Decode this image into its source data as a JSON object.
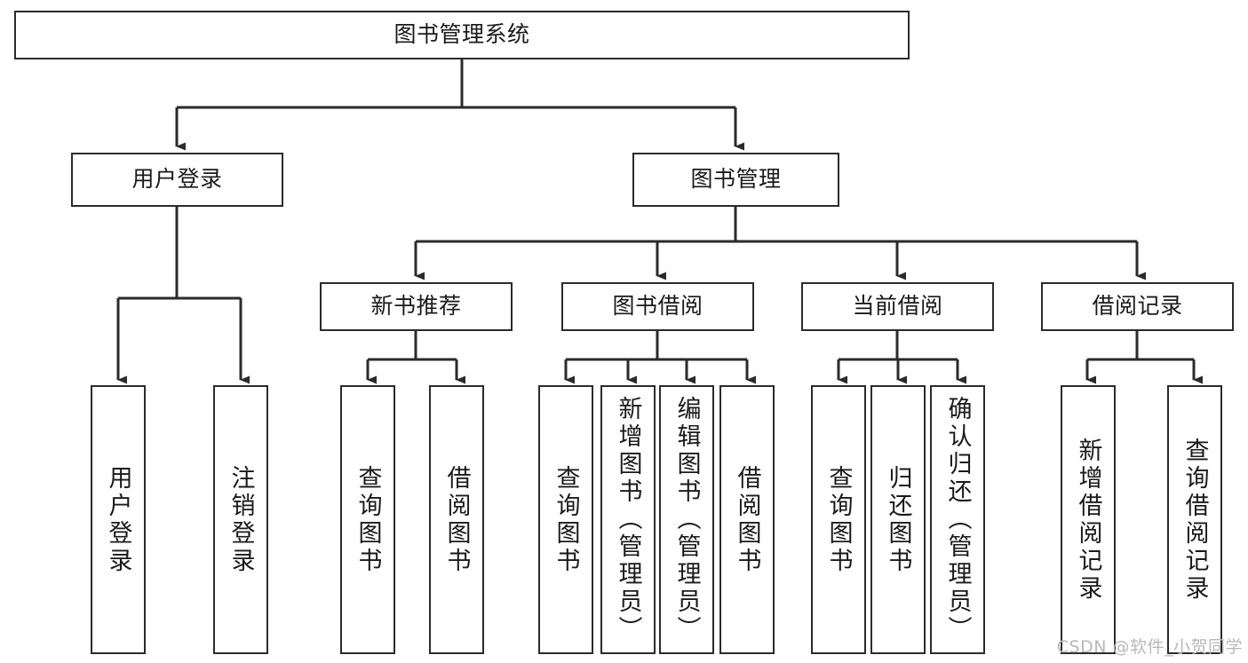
{
  "diagram": {
    "title": "图书管理系统",
    "type": "function-structure-tree",
    "watermark": "CSDN @软件_小贺同学",
    "colors": {
      "box_border": "#2b2b2b",
      "box_fill": "#ffffff",
      "connector": "#2b2b2b",
      "text": "#1a1a1a",
      "watermark": "#b8b8b8",
      "background": "#ffffff"
    },
    "nodes": {
      "root": {
        "label": "图书管理系统"
      },
      "level2": [
        {
          "label": "用户登录"
        },
        {
          "label": "图书管理"
        }
      ],
      "level3": [
        {
          "label": "新书推荐"
        },
        {
          "label": "图书借阅"
        },
        {
          "label": "当前借阅"
        },
        {
          "label": "借阅记录"
        }
      ],
      "leaves_user_login": [
        {
          "label": "用户登录"
        },
        {
          "label": "注销登录"
        }
      ],
      "leaves_new_book": [
        {
          "label": "查询图书"
        },
        {
          "label": "借阅图书"
        }
      ],
      "leaves_borrow": [
        {
          "label": "查询图书"
        },
        {
          "label": "新增图书（管理员）"
        },
        {
          "label": "编辑图书（管理员）"
        },
        {
          "label": "借阅图书"
        }
      ],
      "leaves_current": [
        {
          "label": "查询图书"
        },
        {
          "label": "归还图书"
        },
        {
          "label": "确认归还（管理员）"
        }
      ],
      "leaves_records": [
        {
          "label": "新增借阅记录"
        },
        {
          "label": "查询借阅记录"
        }
      ]
    }
  }
}
